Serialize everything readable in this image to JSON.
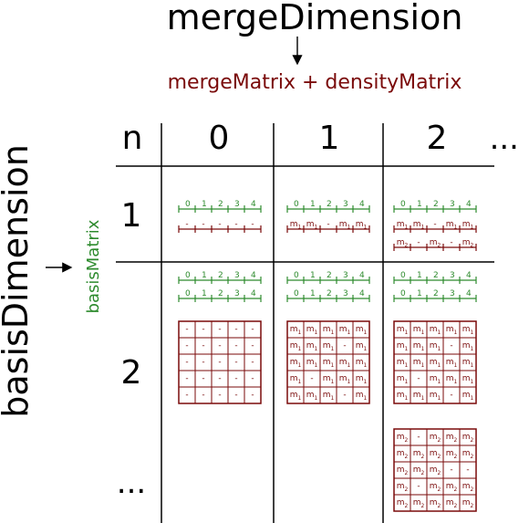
{
  "titles": {
    "top": "mergeDimension",
    "sub": "mergeMatrix + densityMatrix",
    "left": "basisDimension",
    "side": "basisMatrix"
  },
  "columns": [
    "n",
    "0",
    "1",
    "2",
    "..."
  ],
  "rows": [
    "1",
    "2",
    "..."
  ],
  "ruler_ticks": [
    "0",
    "1",
    "2",
    "3",
    "4"
  ],
  "colors": {
    "green": "#2e8b2e",
    "red": "#7a0a0a",
    "black": "#000000"
  },
  "cells": {
    "r1c0": {
      "rows": [
        [
          "-",
          "-",
          "-",
          "-",
          "-"
        ]
      ]
    },
    "r1c1": {
      "rows": [
        [
          "m1",
          "m1",
          "-",
          "m1",
          "m1"
        ]
      ]
    },
    "r1c2": {
      "rows": [
        [
          "m1",
          "m1",
          "-",
          "m1",
          "m1"
        ],
        [
          "m2",
          "-",
          "m2",
          "-",
          "m2"
        ]
      ]
    },
    "r2c0": {
      "grid": [
        [
          "-",
          "-",
          "-",
          "-",
          "-"
        ],
        [
          "-",
          "-",
          "-",
          "-",
          "-"
        ],
        [
          "-",
          "-",
          "-",
          "-",
          "-"
        ],
        [
          "-",
          "-",
          "-",
          "-",
          "-"
        ],
        [
          "-",
          "-",
          "-",
          "-",
          "-"
        ]
      ]
    },
    "r2c1": {
      "grid": [
        [
          "m1",
          "m1",
          "m1",
          "m1",
          "m1"
        ],
        [
          "m1",
          "m1",
          "m1",
          "-",
          "m1"
        ],
        [
          "m1",
          "m1",
          "m1",
          "m1",
          "m1"
        ],
        [
          "m1",
          "-",
          "m1",
          "m1",
          "m1"
        ],
        [
          "m1",
          "m1",
          "m1",
          "-",
          "m1"
        ]
      ]
    },
    "r2c2a": {
      "grid": [
        [
          "m1",
          "m1",
          "m1",
          "m1",
          "m1"
        ],
        [
          "m1",
          "m1",
          "m1",
          "-",
          "m1"
        ],
        [
          "m1",
          "m1",
          "m1",
          "m1",
          "m1"
        ],
        [
          "m1",
          "-",
          "m1",
          "m1",
          "m1"
        ],
        [
          "m1",
          "m1",
          "m1",
          "-",
          "m1"
        ]
      ]
    },
    "r2c2b": {
      "grid": [
        [
          "m2",
          "-",
          "m2",
          "m2",
          "m2"
        ],
        [
          "m2",
          "m2",
          "m2",
          "m2",
          "m2"
        ],
        [
          "m2",
          "m2",
          "m2",
          "-",
          "-"
        ],
        [
          "m2",
          "-",
          "m2",
          "m2",
          "m2"
        ],
        [
          "m2",
          "m2",
          "m2",
          "m2",
          "m2"
        ]
      ]
    }
  }
}
